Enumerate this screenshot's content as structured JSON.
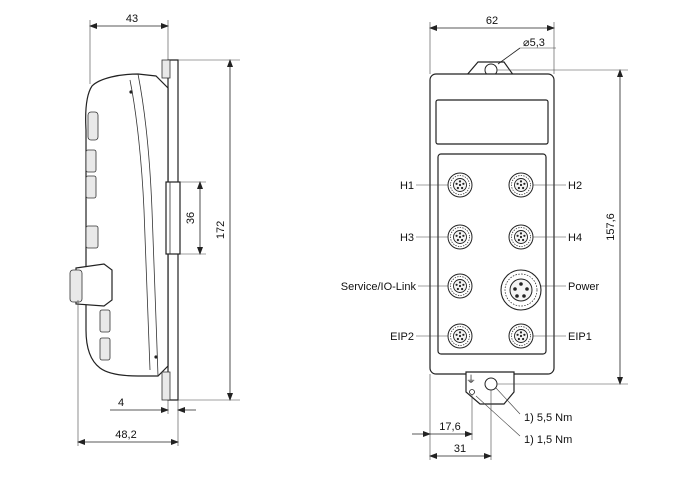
{
  "side_view": {
    "dim_width_top": "43",
    "dim_height_total": "172",
    "dim_slot": "36",
    "dim_flange": "4",
    "dim_width_bottom": "48,2"
  },
  "front_view": {
    "dim_width": "62",
    "dim_hole": "⌀5,3",
    "dim_height": "157,6",
    "dim_ground_offset": "17,6",
    "dim_hole_offset": "31",
    "note_torque_1": "1)  5,5 Nm",
    "note_torque_2": "1)  1,5 Nm",
    "ground_symbol": "⏚",
    "ports": {
      "h1": "H1",
      "h2": "H2",
      "h3": "H3",
      "h4": "H4",
      "service": "Service/IO-Link",
      "power": "Power",
      "eip2": "EIP2",
      "eip1": "EIP1"
    }
  }
}
